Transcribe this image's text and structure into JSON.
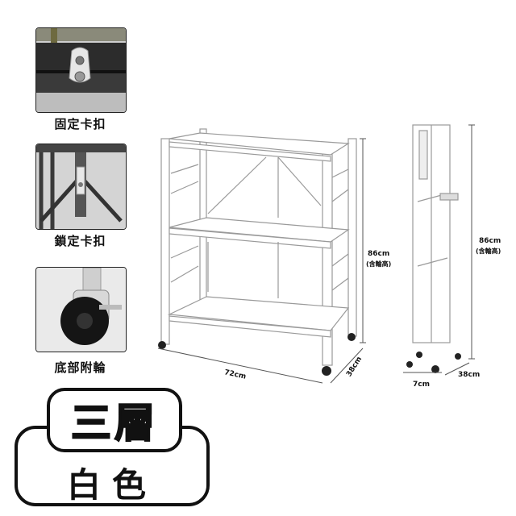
{
  "features": [
    {
      "caption": "固定卡扣",
      "icon": "clip-latch-icon"
    },
    {
      "caption": "鎖定卡扣",
      "icon": "hinge-lock-icon"
    },
    {
      "caption": "底部附輪",
      "icon": "caster-wheel-icon"
    }
  ],
  "dimensions": {
    "front_height": "86cm",
    "front_height_note": "(含輪高)",
    "front_width": "72cm",
    "front_depth": "38cm",
    "folded_height": "86cm",
    "folded_height_note": "(含輪高)",
    "folded_width": "7cm",
    "folded_depth": "38cm"
  },
  "badge": {
    "title": "三層",
    "color": "白色"
  },
  "colors": {
    "shelf": "#ffffff",
    "outline": "#9a9a9a",
    "text": "#111111"
  }
}
